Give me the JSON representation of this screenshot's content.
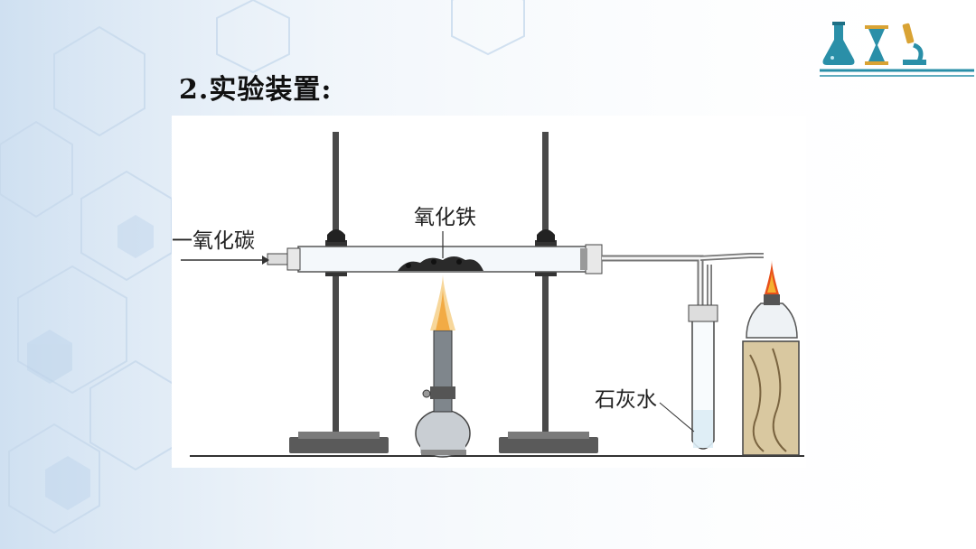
{
  "slide": {
    "title": "2.实验装置:"
  },
  "diagram": {
    "labels": {
      "carbon_monoxide": "一氧化碳",
      "iron_oxide": "氧化铁",
      "limewater": "石灰水"
    }
  },
  "colors": {
    "background_hex": "#dfeaf6",
    "accent_teal": "#2a8fa8",
    "accent_gold": "#d9a334",
    "apparatus_dark": "#3a3a3a",
    "flame_orange": "#f0a030"
  },
  "icons": [
    "flask-icon",
    "hourglass-icon",
    "microscope-icon"
  ]
}
